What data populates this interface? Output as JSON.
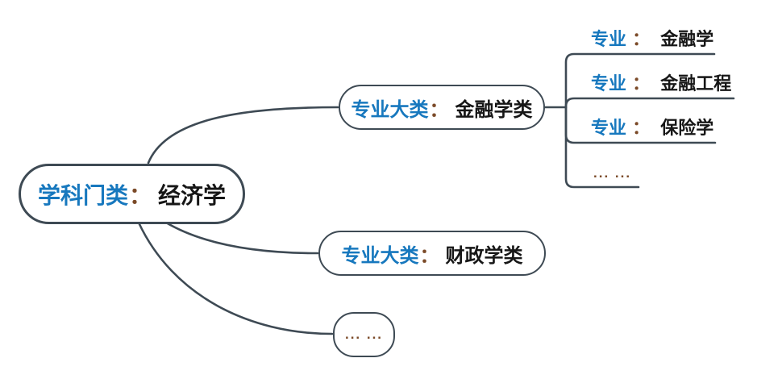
{
  "colors": {
    "line": "#3e4a54",
    "label_blue": "#1778be",
    "colon_brown": "#7b4a28",
    "value_black": "#161616",
    "background": "#ffffff"
  },
  "root": {
    "label": "学科门类",
    "colon": "：",
    "value": "经济学"
  },
  "branches": [
    {
      "label": "专业大类",
      "colon": "：",
      "value": "金融学类",
      "children": [
        {
          "label": "专业",
          "colon": "：",
          "value": "金融学"
        },
        {
          "label": "专业",
          "colon": "：",
          "value": "金融工程"
        },
        {
          "label": "专业",
          "colon": "：",
          "value": "保险学"
        },
        {
          "ellipsis": "... ..."
        }
      ]
    },
    {
      "label": "专业大类",
      "colon": "：",
      "value": "财政学类",
      "children": []
    },
    {
      "ellipsis": "... ...",
      "children": []
    }
  ]
}
